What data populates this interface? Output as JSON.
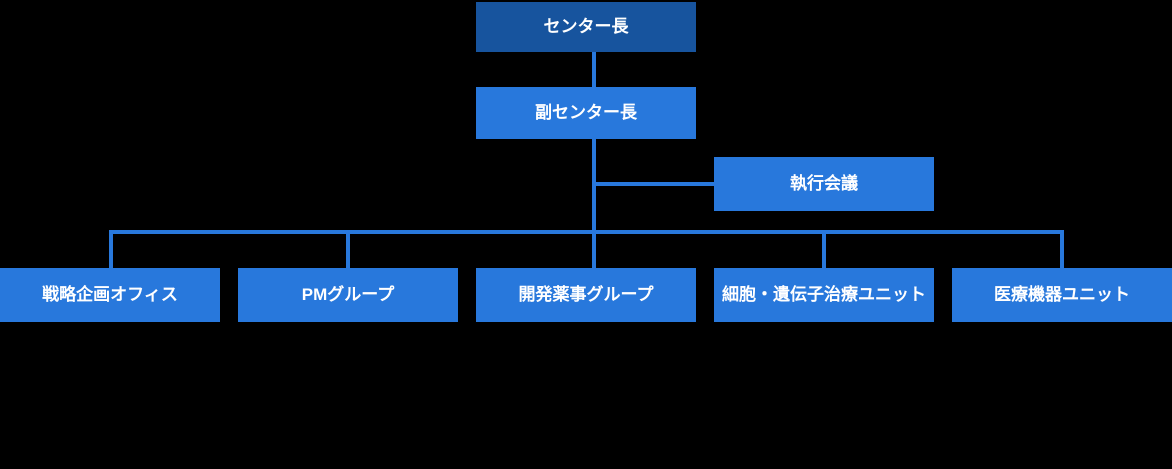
{
  "org_chart": {
    "type": "org-chart",
    "colors": {
      "background": "#000000",
      "node_dark": "#17549e",
      "node_primary": "#2878dc",
      "connector": "#2878dc",
      "text": "#ffffff"
    },
    "nodes": {
      "director": {
        "label": "センター長"
      },
      "deputy_director": {
        "label": "副センター長"
      },
      "executive_meeting": {
        "label": "執行会議"
      },
      "strategy_office": {
        "label": "戦略企画オフィス"
      },
      "pm_group": {
        "label": "PMグループ"
      },
      "dev_regulatory_group": {
        "label": "開発薬事グループ"
      },
      "cell_gene_therapy_unit": {
        "label": "細胞・遺伝子治療ユニット"
      },
      "medical_device_unit": {
        "label": "医療機器ユニット"
      }
    },
    "hierarchy": [
      {
        "from": "センター長",
        "to": [
          "副センター長"
        ]
      },
      {
        "from": "副センター長",
        "to": [
          "執行会議"
        ]
      },
      {
        "from": "副センター長",
        "to": [
          "戦略企画オフィス",
          "PMグループ",
          "開発薬事グループ",
          "細胞・遺伝子治療ユニット",
          "医療機器ユニット"
        ]
      }
    ]
  }
}
